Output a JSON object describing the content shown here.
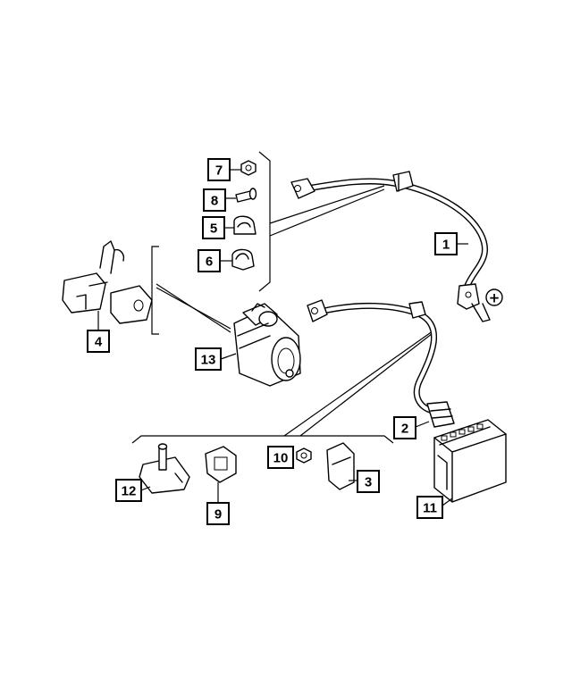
{
  "callouts": [
    {
      "id": "1",
      "label": "1"
    },
    {
      "id": "2",
      "label": "2"
    },
    {
      "id": "3",
      "label": "3"
    },
    {
      "id": "4",
      "label": "4"
    },
    {
      "id": "5",
      "label": "5"
    },
    {
      "id": "6",
      "label": "6"
    },
    {
      "id": "7",
      "label": "7"
    },
    {
      "id": "8",
      "label": "8"
    },
    {
      "id": "9",
      "label": "9"
    },
    {
      "id": "10",
      "label": "10"
    },
    {
      "id": "11",
      "label": "11"
    },
    {
      "id": "12",
      "label": "12"
    },
    {
      "id": "13",
      "label": "13"
    }
  ],
  "positive_symbol": "+"
}
